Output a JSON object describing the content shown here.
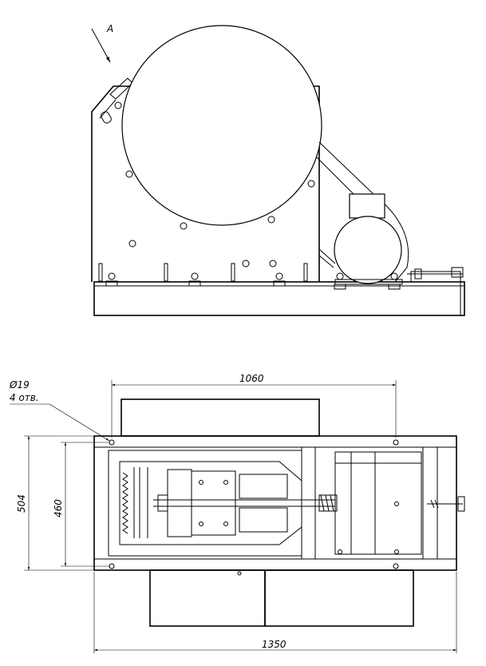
{
  "view_label": "A",
  "dimensions": {
    "width_top": "1060",
    "width_total": "1350",
    "height_outer": "504",
    "height_inner": "460",
    "hole_diameter": "Ø19",
    "hole_count": "4 отв."
  }
}
